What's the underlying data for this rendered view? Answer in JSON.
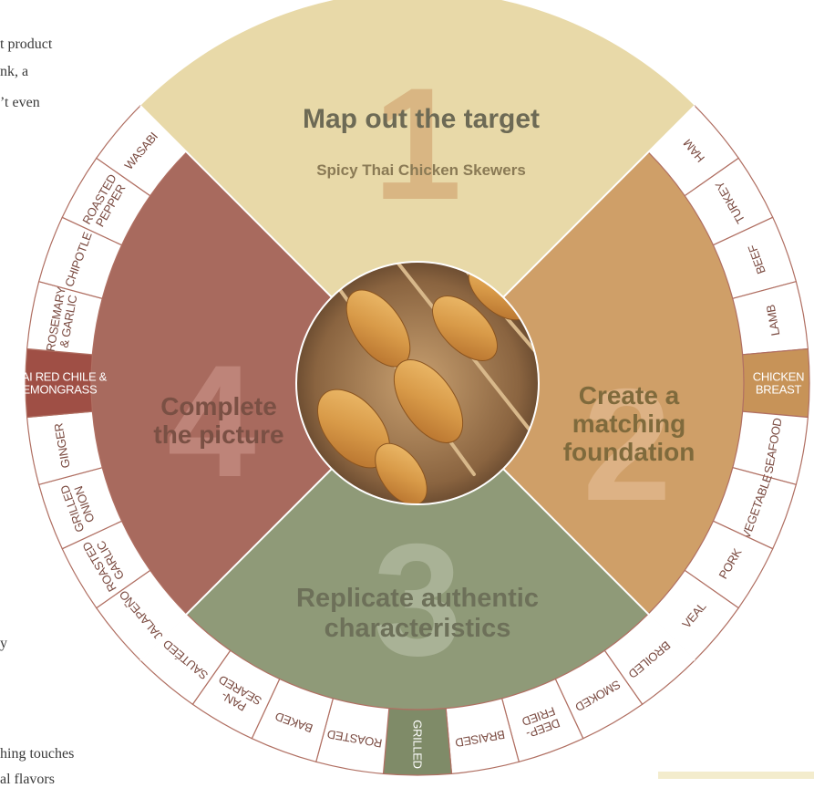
{
  "side_text": [
    "t product",
    "nk, a",
    "’t even",
    "y",
    "hing touches",
    "al flavors"
  ],
  "center_image": {
    "alt": "Spicy Thai chicken skewers"
  },
  "colors": {
    "q1": "#e8d9a8",
    "q2": "#cf9f68",
    "q3": "#8f9a78",
    "q4": "#a86a5e",
    "ring_bg": "#ffffff",
    "ring_line": "#b06f62",
    "hl_q4": "#9f4f45",
    "hl_q2": "#c79358",
    "hl_q3": "#7f8b68"
  },
  "quadrants": {
    "q1": {
      "number": "1",
      "title": "Map out the target",
      "subtitle": "Spicy Thai Chicken Skewers"
    },
    "q2": {
      "number": "2",
      "title_lines": [
        "Create a",
        "matching",
        "foundation"
      ]
    },
    "q3": {
      "number": "3",
      "title_lines": [
        "Replicate authentic",
        "characteristics"
      ]
    },
    "q4": {
      "number": "4",
      "title_lines": [
        "Complete",
        "the picture"
      ]
    }
  },
  "ring": {
    "right": [
      {
        "lines": [
          "HAM"
        ]
      },
      {
        "lines": [
          "TURKEY"
        ]
      },
      {
        "lines": [
          "BEEF"
        ]
      },
      {
        "lines": [
          "LAMB"
        ]
      },
      {
        "lines": [
          "CHICKEN",
          "BREAST"
        ],
        "selected": true
      },
      {
        "lines": [
          "SEAFOOD"
        ]
      },
      {
        "lines": [
          "VEGETABLE"
        ]
      },
      {
        "lines": [
          "PORK"
        ]
      },
      {
        "lines": [
          "VEAL"
        ]
      }
    ],
    "bottom": [
      {
        "lines": [
          "SAUTÉED"
        ]
      },
      {
        "lines": [
          "PAN-",
          "SEARED"
        ]
      },
      {
        "lines": [
          "BAKED"
        ]
      },
      {
        "lines": [
          "ROASTED"
        ]
      },
      {
        "lines": [
          "GRILLED"
        ],
        "selected": true
      },
      {
        "lines": [
          "BRAISED"
        ]
      },
      {
        "lines": [
          "DEEP-",
          "FRIED"
        ]
      },
      {
        "lines": [
          "SMOKED"
        ]
      },
      {
        "lines": [
          "BROILED"
        ]
      }
    ],
    "left": [
      {
        "lines": [
          "WASABI"
        ]
      },
      {
        "lines": [
          "ROASTED",
          "PEPPER"
        ]
      },
      {
        "lines": [
          "CHIPOTLE"
        ]
      },
      {
        "lines": [
          "ROSEMARY",
          "& GARLIC"
        ]
      },
      {
        "lines": [
          "THAI RED CHILE &",
          "LEMONGRASS"
        ],
        "selected": true
      },
      {
        "lines": [
          "GINGER"
        ]
      },
      {
        "lines": [
          "GRILLED",
          "ONION"
        ]
      },
      {
        "lines": [
          "ROASTED",
          "GARLIC"
        ]
      },
      {
        "lines": [
          "JALAPEÑO"
        ]
      }
    ]
  }
}
